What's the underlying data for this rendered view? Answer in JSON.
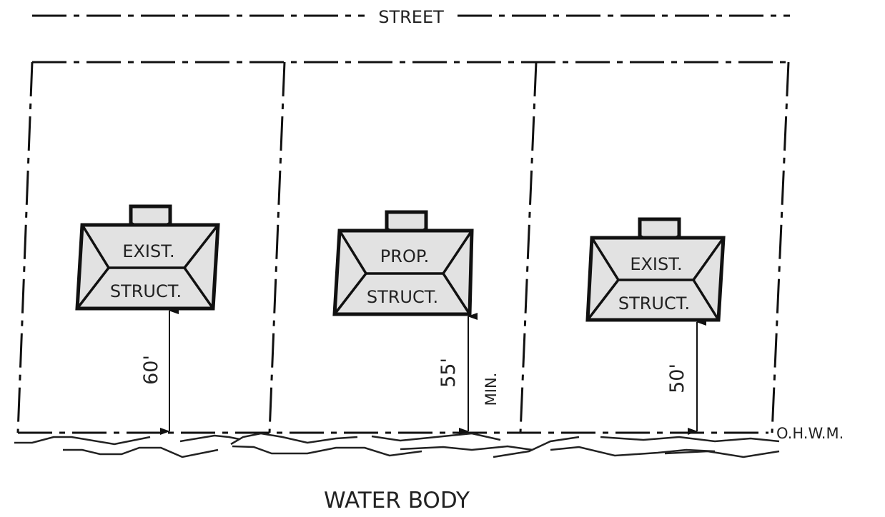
{
  "street_label": "STREET",
  "ohwm_label": "O.H.W.M.",
  "water_label": "WATER BODY",
  "lots": [
    {
      "line1": "EXIST.",
      "line2": "STRUCT.",
      "setback": "60'"
    },
    {
      "line1": "PROP.",
      "line2": "STRUCT.",
      "setback": "55'",
      "note": "MIN."
    },
    {
      "line1": "EXIST.",
      "line2": "STRUCT.",
      "setback": "50'"
    }
  ]
}
